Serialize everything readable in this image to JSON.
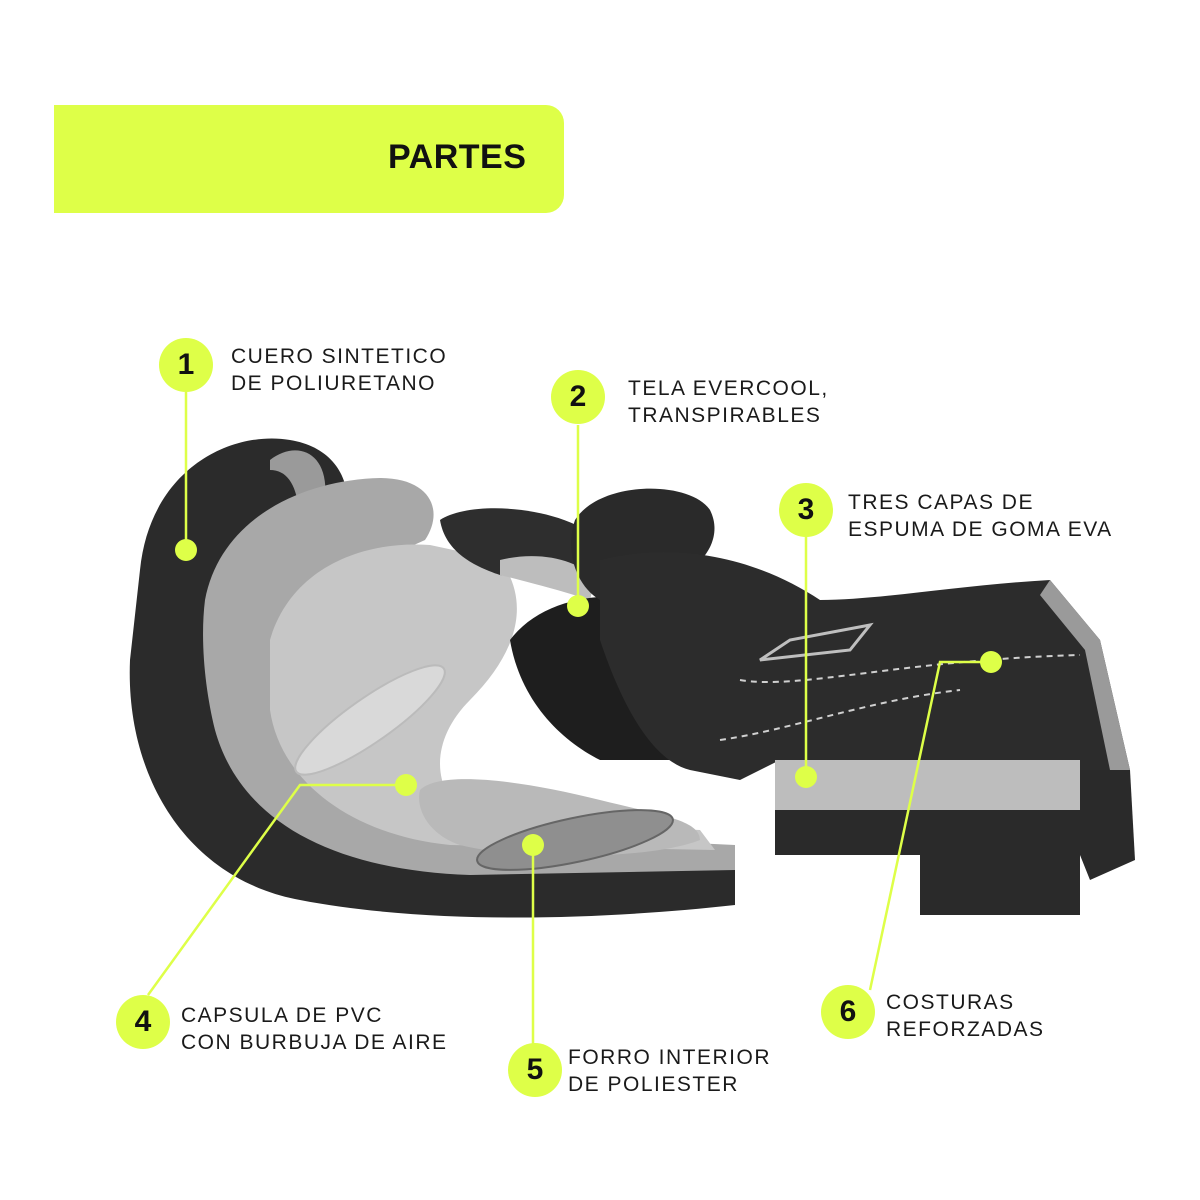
{
  "header": {
    "title": "PARTES"
  },
  "parts": [
    {
      "number": "1",
      "line1": "CUERO SINTETICO",
      "line2": "DE POLIURETANO"
    },
    {
      "number": "2",
      "line1": "TELA EVERCOOL,",
      "line2": "TRANSPIRABLES"
    },
    {
      "number": "3",
      "line1": "TRES CAPAS DE",
      "line2": "ESPUMA DE GOMA EVA"
    },
    {
      "number": "4",
      "line1": "CAPSULA DE PVC",
      "line2": "CON BURBUJA DE AIRE"
    },
    {
      "number": "5",
      "line1": "FORRO INTERIOR",
      "line2": "DE POLIESTER"
    },
    {
      "number": "6",
      "line1": "COSTURAS",
      "line2": "REFORZADAS"
    }
  ],
  "colors": {
    "accent": "#deff48",
    "dark": "#2a2a2a",
    "mid": "#8c8c8c",
    "light": "#b5b5b5"
  }
}
